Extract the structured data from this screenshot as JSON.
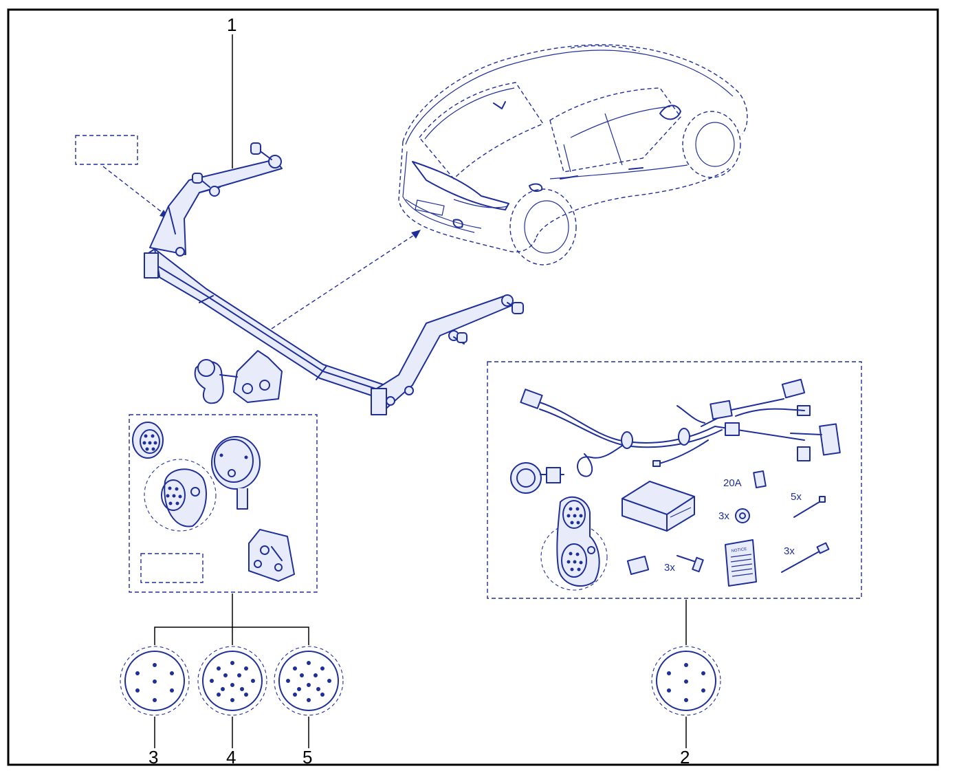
{
  "callouts": {
    "tow_bar": "1",
    "electrical_harness_kit": "2",
    "socket_a": "3",
    "socket_b": "4",
    "socket_c": "5"
  },
  "harness_kit_labels": {
    "fuse_rating": "20A",
    "nut_qty": "3x",
    "cable_tie_small_qty": "5x",
    "cable_tie_large_qty": "3x",
    "bolt_qty": "3x",
    "notice_booklet": "NOTICE"
  },
  "socket_pin_counts": {
    "socket_a": 7,
    "socket_b": 13,
    "socket_c": 13,
    "harness_socket": 7
  },
  "colors": {
    "line_art": "#1f2f9a",
    "frame": "#000000",
    "background": "#ffffff"
  }
}
